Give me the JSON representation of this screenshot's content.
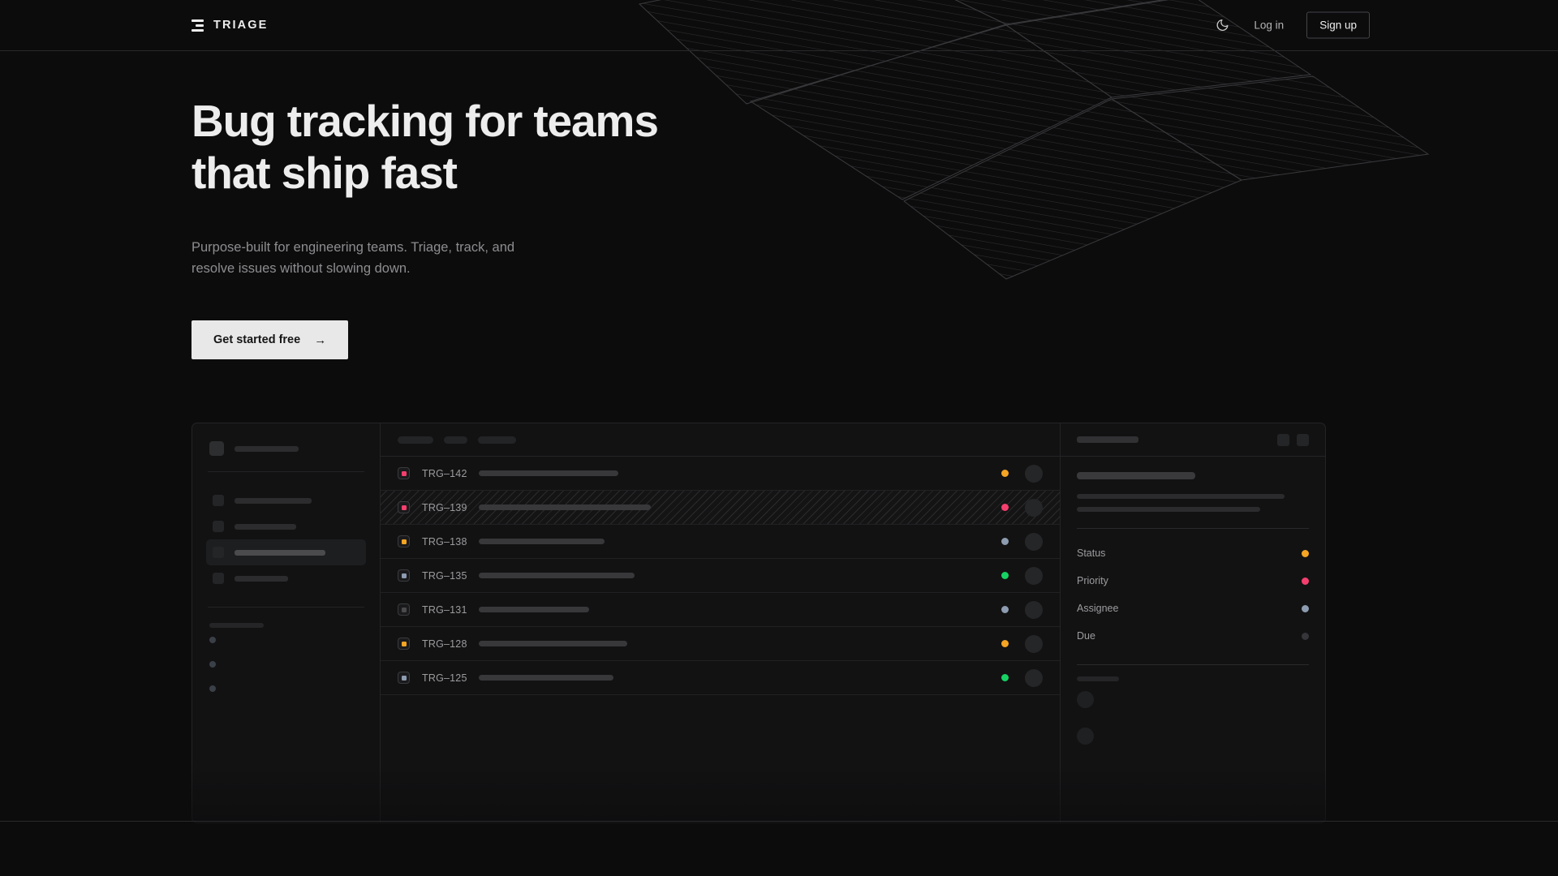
{
  "header": {
    "brand": "TRIAGE",
    "logo_icon": "stacked-bars-icon",
    "theme_icon": "moon-icon",
    "login_label": "Log in",
    "signup_label": "Sign up"
  },
  "hero": {
    "heading": "Bug tracking for teams\nthat ship fast",
    "subheading": "Purpose-built for engineering teams. Triage, track, and\nresolve issues without slowing down.",
    "cta_label": "Get started free",
    "cta_arrow": "→"
  },
  "colors": {
    "background": "#0c0c0d",
    "surface": "#121213",
    "border": "#242426",
    "text_primary": "#ededed",
    "text_muted": "#8d8d90",
    "cta_bg": "#e8e8e8",
    "pink": "#f43f6e",
    "orange": "#f5a524",
    "green": "#17d263",
    "slate": "#8d9cb0",
    "gray": "#4a4a4d"
  },
  "app": {
    "sidebar": {
      "nav_items": 4,
      "active_index": 2,
      "section_dots": 3
    },
    "list": {
      "header_chips": [
        44,
        29,
        47
      ],
      "rows": [
        {
          "id": "TRG–142",
          "priority_color": "#f43f6e",
          "title_width": 172,
          "status_color": "#f5a524",
          "selected": false
        },
        {
          "id": "TRG–139",
          "priority_color": "#f43f6e",
          "title_width": 212,
          "status_color": "#f43f6e",
          "selected": true
        },
        {
          "id": "TRG–138",
          "priority_color": "#f5a524",
          "title_width": 155,
          "status_color": "#8d9cb0",
          "selected": false
        },
        {
          "id": "TRG–135",
          "priority_color": "#8d9cb0",
          "title_width": 192,
          "status_color": "#17d263",
          "selected": false
        },
        {
          "id": "TRG–131",
          "priority_color": "#4a4a4d",
          "title_width": 136,
          "status_color": "#8d9cb0",
          "selected": false
        },
        {
          "id": "TRG–128",
          "priority_color": "#f5a524",
          "title_width": 183,
          "status_color": "#f5a524",
          "selected": false
        },
        {
          "id": "TRG–125",
          "priority_color": "#8d9cb0",
          "title_width": 166,
          "status_color": "#17d263",
          "selected": false
        }
      ]
    },
    "detail": {
      "header_buttons": 2,
      "body_line_widths": [
        256,
        226
      ],
      "meta": [
        {
          "label": "Status",
          "color": "#f5a524"
        },
        {
          "label": "Priority",
          "color": "#f43f6e"
        },
        {
          "label": "Assignee",
          "color": "#8d9cb0"
        },
        {
          "label": "Due",
          "color": "#35353a"
        }
      ],
      "comment_count": 2
    }
  }
}
